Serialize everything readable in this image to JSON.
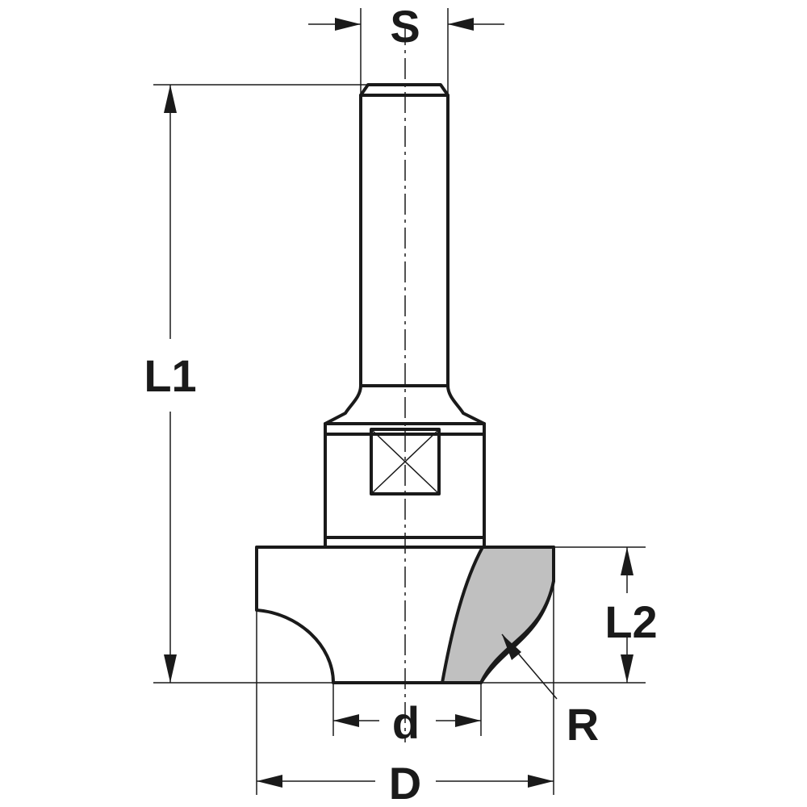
{
  "labels": {
    "shank_diameter": "S",
    "overall_length": "L1",
    "cutting_length": "L2",
    "inner_diameter": "d",
    "outer_diameter": "D",
    "radius": "R"
  },
  "colors": {
    "line": "#1a1a1a",
    "cutter_fill": "#c0c0c0",
    "background": "#ffffff"
  }
}
